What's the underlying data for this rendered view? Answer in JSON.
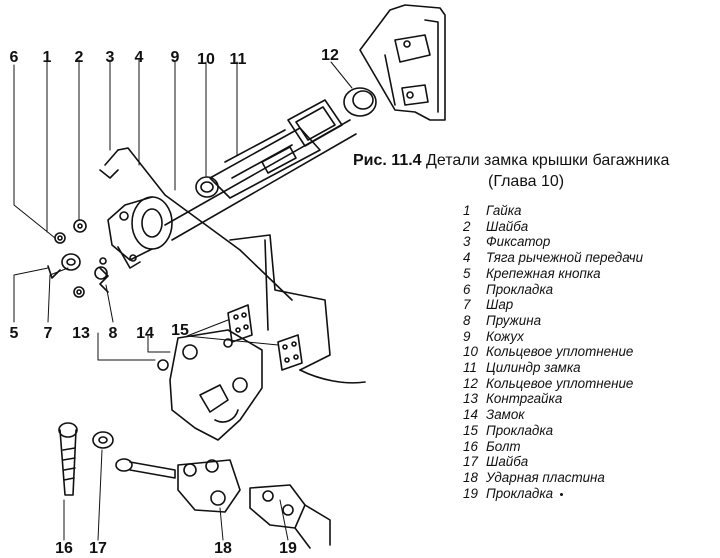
{
  "caption": {
    "figure": "Рис. 11.4",
    "title": "Детали замка крышки багажника",
    "subtitle": "(Глава 10)"
  },
  "callouts": [
    "6",
    "1",
    "2",
    "3",
    "4",
    "9",
    "10",
    "11",
    "12",
    "5",
    "7",
    "8",
    "13",
    "14",
    "15",
    "16",
    "17",
    "18",
    "19"
  ],
  "legend": [
    {
      "num": "1",
      "text": "Гайка"
    },
    {
      "num": "2",
      "text": "Шайба"
    },
    {
      "num": "3",
      "text": "Фиксатор"
    },
    {
      "num": "4",
      "text": "Тяга рычежной передачи"
    },
    {
      "num": "5",
      "text": "Крепежная кнопка"
    },
    {
      "num": "6",
      "text": "Прокладка"
    },
    {
      "num": "7",
      "text": "Шар"
    },
    {
      "num": "8",
      "text": "Пружина"
    },
    {
      "num": "9",
      "text": "Кожух"
    },
    {
      "num": "10",
      "text": "Кольцевое уплотнение"
    },
    {
      "num": "11",
      "text": "Цилиндр замка"
    },
    {
      "num": "12",
      "text": "Кольцевое уплотнение"
    },
    {
      "num": "13",
      "text": "Контргайка"
    },
    {
      "num": "14",
      "text": "Замок"
    },
    {
      "num": "15",
      "text": "Прокладка"
    },
    {
      "num": "16",
      "text": "Болт"
    },
    {
      "num": "17",
      "text": "Шайба"
    },
    {
      "num": "18",
      "text": "Ударная пластина"
    },
    {
      "num": "19",
      "text": "Прокладка"
    }
  ]
}
